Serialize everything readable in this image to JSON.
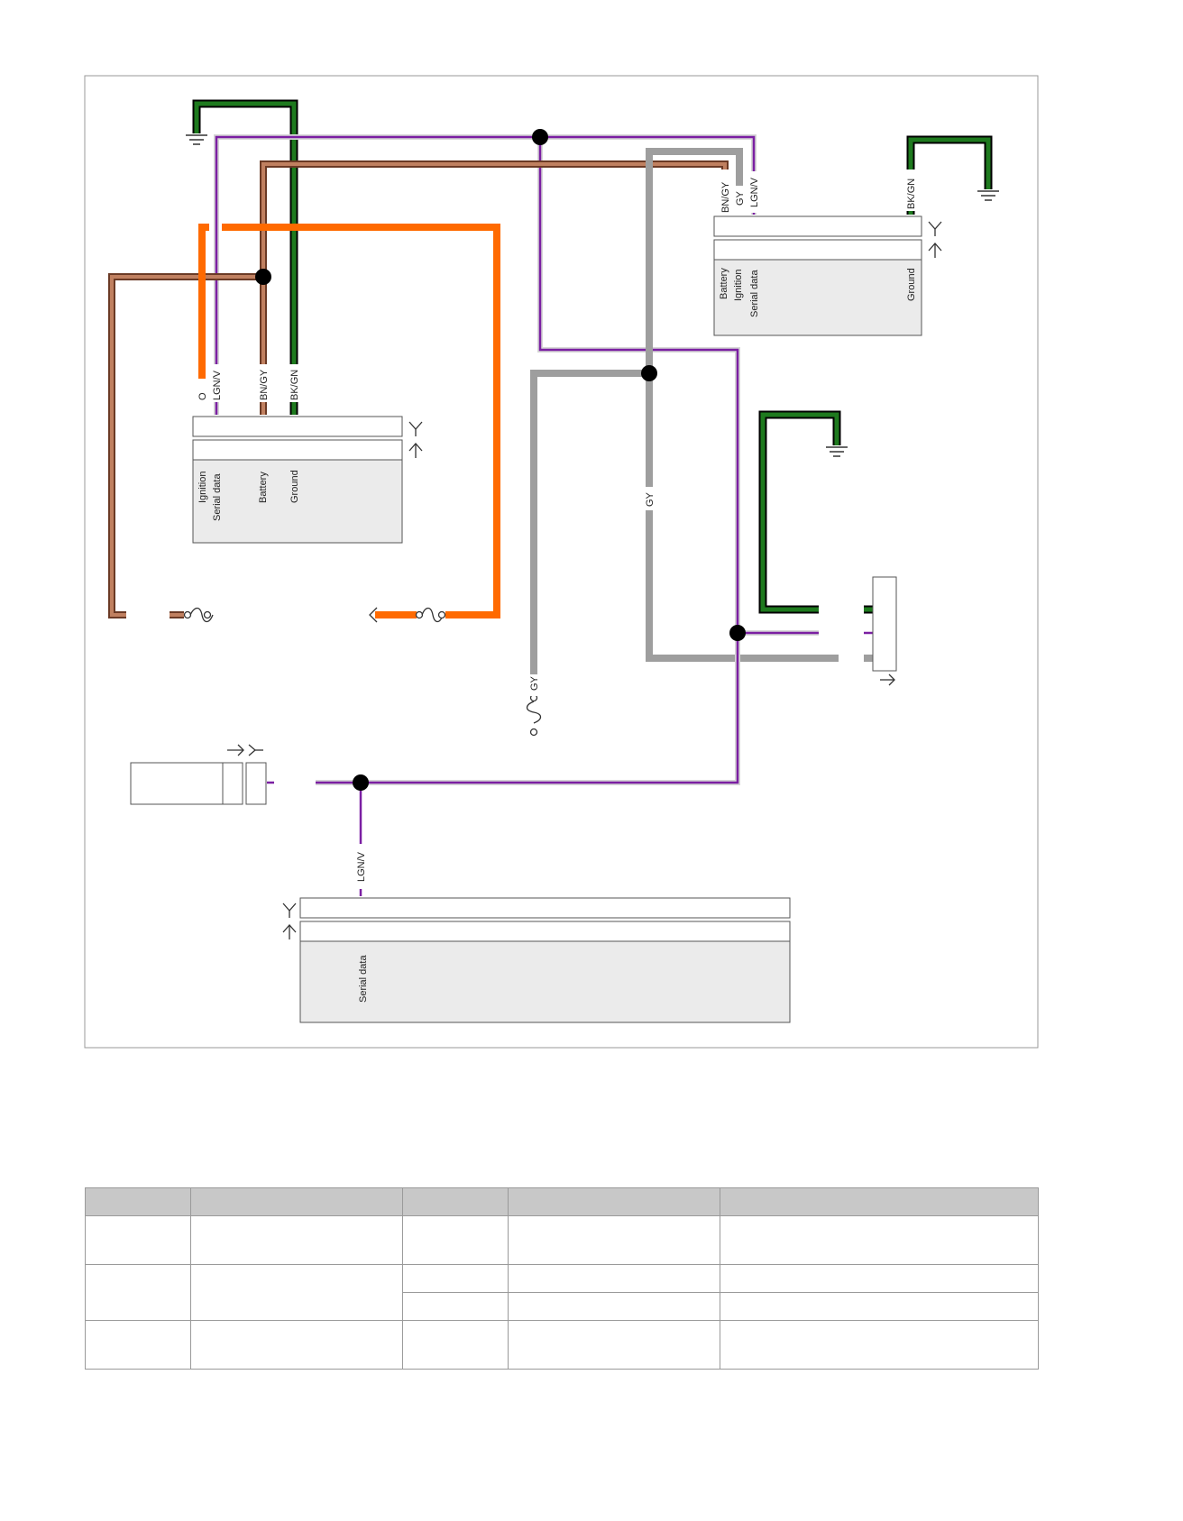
{
  "wire_labels": {
    "bk_gn": "BK/GN",
    "lgn_v": "LGN/V",
    "bn_gy": "BN/GY",
    "gy": "GY",
    "o": "O"
  },
  "module_left": {
    "pins": [
      "Ignition",
      "Serial data",
      "Battery",
      "Ground"
    ]
  },
  "module_top_right": {
    "pins": [
      "Battery",
      "Ignition",
      "Serial data",
      "Ground"
    ]
  },
  "module_bottom": {
    "pins": [
      "Serial data"
    ]
  },
  "wire_colors": {
    "orange": "#ff6a00",
    "brown": "#a0583a",
    "gray": "#9e9e9e",
    "violet": "#7b1fa2",
    "green": "#1e7a1e",
    "black": "#000000"
  },
  "legend_table": {
    "header": [
      "",
      "",
      "",
      "",
      ""
    ],
    "rows": [
      [
        "",
        "",
        "",
        "",
        ""
      ],
      [
        "",
        "",
        "",
        "",
        ""
      ],
      [
        "",
        "",
        "",
        ""
      ],
      [
        "",
        "",
        "",
        "",
        ""
      ]
    ]
  }
}
